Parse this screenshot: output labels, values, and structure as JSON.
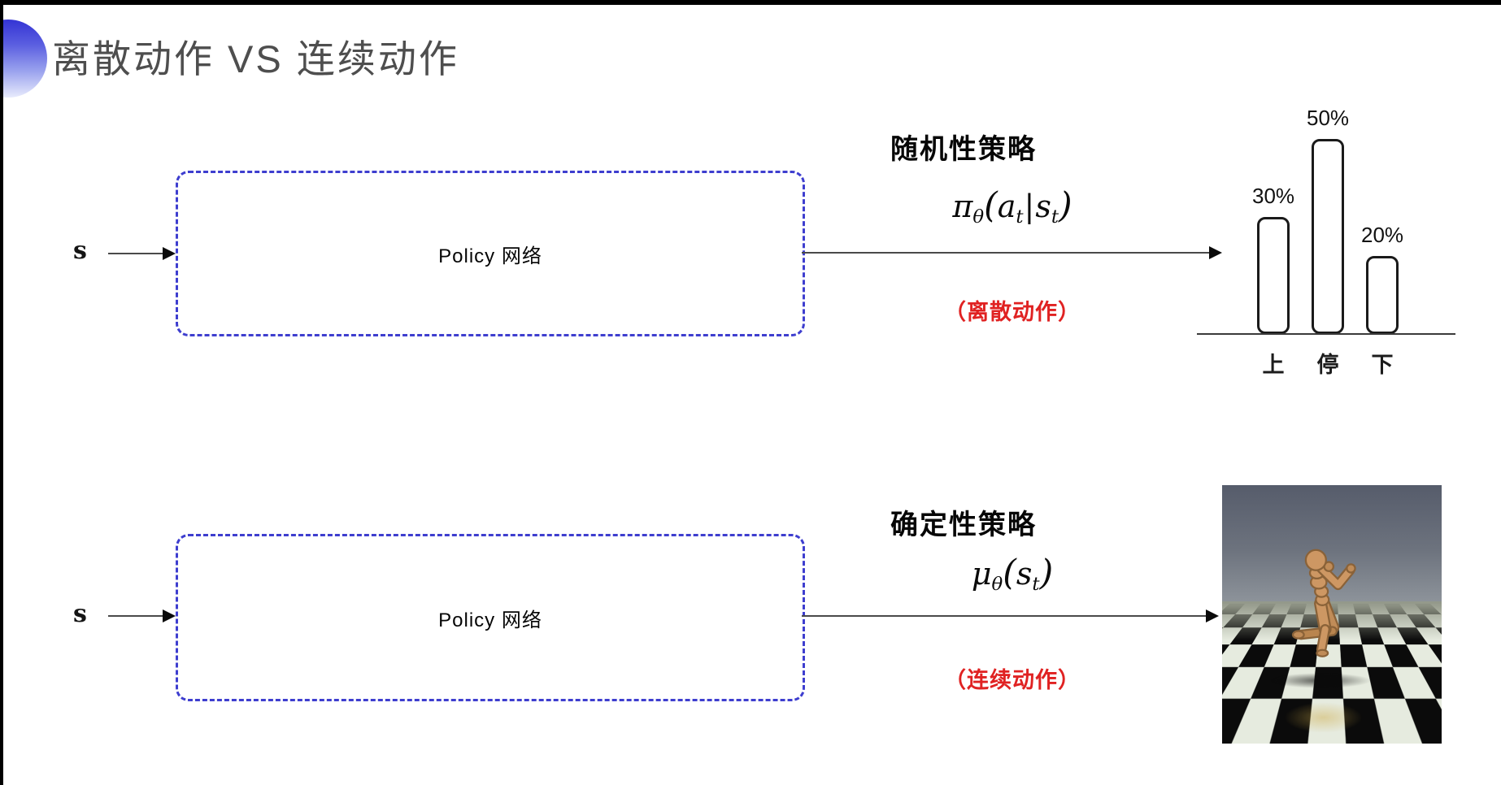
{
  "frame": {
    "background_color": "#ffffff",
    "border_color": "#000000",
    "accent_circle_color": "#3434d4"
  },
  "title": "离散动作 VS 连续动作",
  "rows": [
    {
      "input_label": "s",
      "box_label": "Policy 网络",
      "policy_type": "随机性策略",
      "formula": {
        "head": "π",
        "head_sub": "θ",
        "open": "(",
        "arg1": "a",
        "arg1_sub": "t",
        "sep": "|",
        "arg2": "s",
        "arg2_sub": "t",
        "close": ")"
      },
      "note": "（离散动作）",
      "note_color": "#e02222"
    },
    {
      "input_label": "s",
      "box_label": "Policy 网络",
      "policy_type": "确定性策略",
      "formula": {
        "head": "μ",
        "head_sub": "θ",
        "open": "(",
        "arg1": "s",
        "arg1_sub": "t",
        "close": ")"
      },
      "note": "（连续动作）",
      "note_color": "#e02222"
    }
  ],
  "chart_data": {
    "type": "bar",
    "categories": [
      "上",
      "停",
      "下"
    ],
    "values": [
      30,
      50,
      20
    ],
    "value_labels": [
      "30%",
      "50%",
      "20%"
    ],
    "title": "",
    "xlabel": "",
    "ylabel": "",
    "ylim": [
      0,
      55
    ],
    "legend": false,
    "grid": false,
    "bar_fill": "#ffffff",
    "bar_border": "#1a1a1a",
    "baseline": true
  },
  "robot_image": {
    "subject": "humanoid robot on checkerboard floor",
    "sky_color": "#565c6b",
    "floor_dark": "#0b0b0b",
    "floor_light": "#e6ebdf",
    "body_color": "#cd9763"
  },
  "colors": {
    "box_dash": "#3e3ecf",
    "title_gray": "#4e4e4e",
    "arrow": "#4a4a4a"
  }
}
